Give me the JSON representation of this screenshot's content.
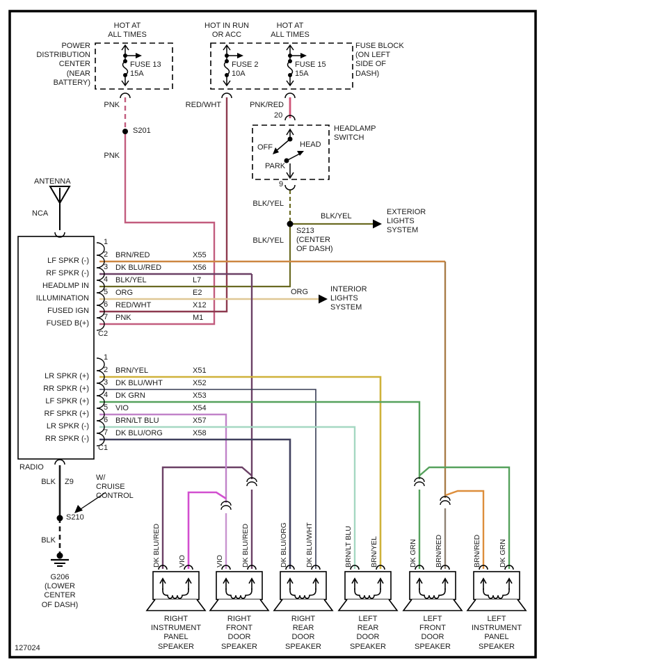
{
  "colors": {
    "pnk": "#c25c7e",
    "pnk_red": "#cf5578",
    "red_wht": "#8d3a4f",
    "blk_yel": "#6a6a22",
    "org": "#dfc795",
    "brn_red": "#cd8742",
    "brn_red_v": "#a87c48",
    "brn_red_low": "#8f8173",
    "brn_red_br": "#dd8e3b",
    "dk_blu_red": "#6b4065",
    "dk_blu_wht": "#363c54",
    "dk_grn": "#55a15c",
    "vio": "#c183c9",
    "vio_bright": "#d24fd0",
    "vio_light": "#c994cf",
    "brn_yel": "#cfb23a",
    "brn_lt_blu": "#a5d8c2",
    "dk_blu_org": "#40405e",
    "blk": "#1a1a1a"
  },
  "power": {
    "pdc_hot": "HOT AT\nALL TIMES",
    "pdc_label": "POWER\nDISTRIBUTION\nCENTER\n(NEAR\nBATTERY)",
    "fuse13": "FUSE 13\n15A",
    "fb_hot_run": "HOT IN RUN\nOR ACC",
    "fb_hot_all": "HOT AT\nALL TIMES",
    "fuse2": "FUSE 2\n10A",
    "fuse15": "FUSE 15\n15A",
    "fb_label": "FUSE BLOCK\n(ON LEFT\nSIDE OF\nDASH)"
  },
  "wire_labels": {
    "pnk_upper": "PNK",
    "pnk_lower": "PNK",
    "red_wht": "RED/WHT",
    "pnk_red": "PNK/RED",
    "blk_yel_switch": "BLK/YEL",
    "blk_yel_ext": "BLK/YEL",
    "blk_yel_lower": "BLK/YEL",
    "org": "ORG",
    "blk_upper": "BLK",
    "z9": "Z9",
    "blk_lower": "BLK"
  },
  "splices": {
    "s201": "S201",
    "s213": "S213\n(CENTER\nOF DASH)",
    "s210": "S210",
    "g206": "G206\n(LOWER\nCENTER\nOF DASH)"
  },
  "headlamp": {
    "pin_top": "20",
    "pin_bottom": "9",
    "label": "HEADLAMP\nSWITCH",
    "off": "OFF",
    "head": "HEAD",
    "park": "PARK"
  },
  "systems": {
    "exterior": "EXTERIOR\nLIGHTS\nSYSTEM",
    "interior": "INTERIOR\nLIGHTS\nSYSTEM"
  },
  "antenna": {
    "label": "ANTENNA",
    "nca": "NCA"
  },
  "radio": {
    "label": "RADIO",
    "cruise": "W/\nCRUISE\nCONTROL",
    "c2": "C2",
    "c1": "C1",
    "c2_pins": [
      {
        "n": "1",
        "name": "",
        "code": "",
        "side": ""
      },
      {
        "n": "2",
        "name": "BRN/RED",
        "code": "X55",
        "side": "LF SPKR (-)"
      },
      {
        "n": "3",
        "name": "DK BLU/RED",
        "code": "X56",
        "side": "RF SPKR (-)"
      },
      {
        "n": "4",
        "name": "BLK/YEL",
        "code": "L7",
        "side": "HEADLMP IN"
      },
      {
        "n": "5",
        "name": "ORG",
        "code": "E2",
        "side": "ILLUMINATION"
      },
      {
        "n": "6",
        "name": "RED/WHT",
        "code": "X12",
        "side": "FUSED IGN"
      },
      {
        "n": "7",
        "name": "PNK",
        "code": "M1",
        "side": "FUSED B(+)"
      }
    ],
    "c1_pins": [
      {
        "n": "1",
        "name": "",
        "code": "",
        "side": ""
      },
      {
        "n": "2",
        "name": "BRN/YEL",
        "code": "X51",
        "side": "LR SPKR (+)"
      },
      {
        "n": "3",
        "name": "DK BLU/WHT",
        "code": "X52",
        "side": "RR SPKR (+)"
      },
      {
        "n": "4",
        "name": "DK GRN",
        "code": "X53",
        "side": "LF SPKR (+)"
      },
      {
        "n": "5",
        "name": "VIO",
        "code": "X54",
        "side": "RF SPKR (+)"
      },
      {
        "n": "6",
        "name": "BRN/LT BLU",
        "code": "X57",
        "side": "LR SPKR (-)"
      },
      {
        "n": "7",
        "name": "DK BLU/ORG",
        "code": "X58",
        "side": "RR SPKR (-)"
      }
    ]
  },
  "speakers": [
    {
      "label": "RIGHT\nINSTRUMENT\nPANEL\nSPEAKER",
      "w1": "DK BLU/RED",
      "w2": "VIO"
    },
    {
      "label": "RIGHT\nFRONT\nDOOR\nSPEAKER",
      "w1": "VIO",
      "w2": "DK BLU/RED"
    },
    {
      "label": "RIGHT\nREAR\nDOOR\nSPEAKER",
      "w1": "DK BLU/ORG",
      "w2": "DK BLU/WHT"
    },
    {
      "label": "LEFT\nREAR\nDOOR\nSPEAKER",
      "w1": "BRN/LT BLU",
      "w2": "BRN/YEL"
    },
    {
      "label": "LEFT\nFRONT\nDOOR\nSPEAKER",
      "w1": "DK GRN",
      "w2": "BRN/RED"
    },
    {
      "label": "LEFT\nINSTRUMENT\nPANEL\nSPEAKER",
      "w1": "BRN/RED",
      "w2": "DK GRN"
    }
  ],
  "doc_number": "127024"
}
